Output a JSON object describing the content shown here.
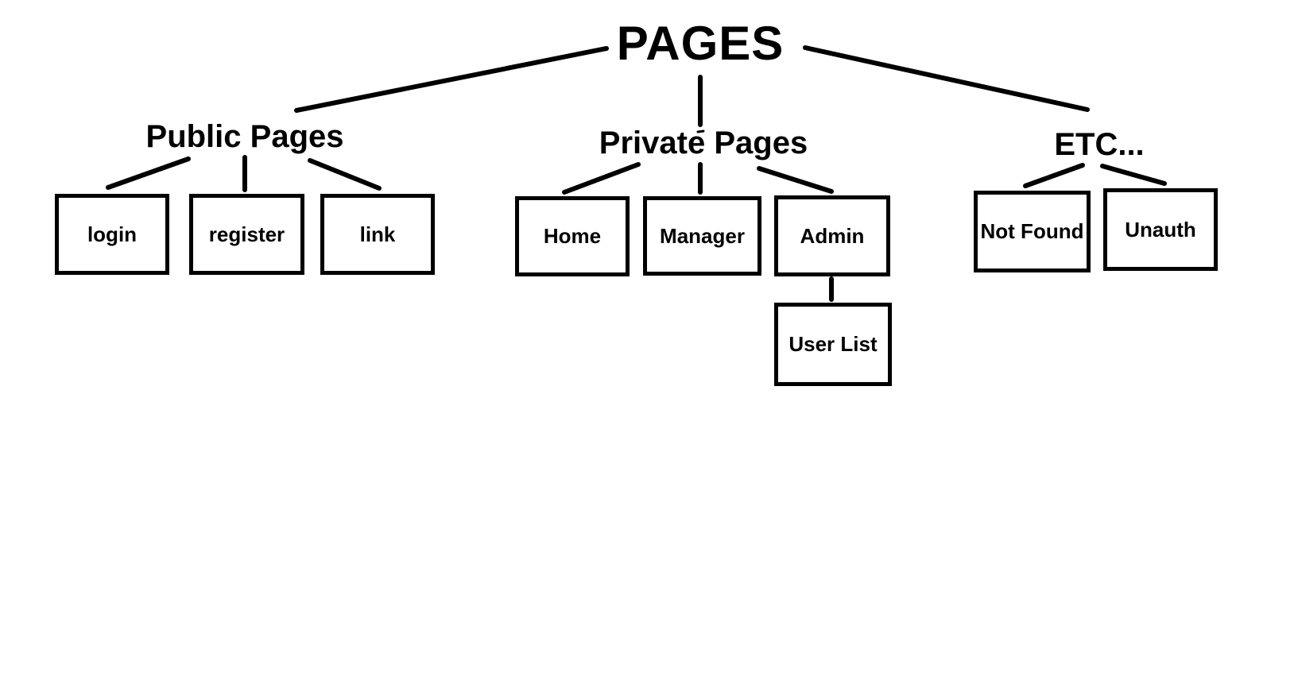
{
  "tree": {
    "root": "PAGES",
    "branches": [
      {
        "label": "Public Pages",
        "children": [
          "login",
          "register",
          "link"
        ]
      },
      {
        "label": "Private Pages",
        "children": [
          "Home",
          "Manager",
          "Admin"
        ]
      },
      {
        "label": "ETC...",
        "children": [
          "Not Found",
          "Unauth"
        ]
      }
    ],
    "sub_node": {
      "parent": "Admin",
      "label": "User List"
    }
  },
  "colors": {
    "background": "#ffffff",
    "line": "#000000",
    "text": "#000000"
  }
}
